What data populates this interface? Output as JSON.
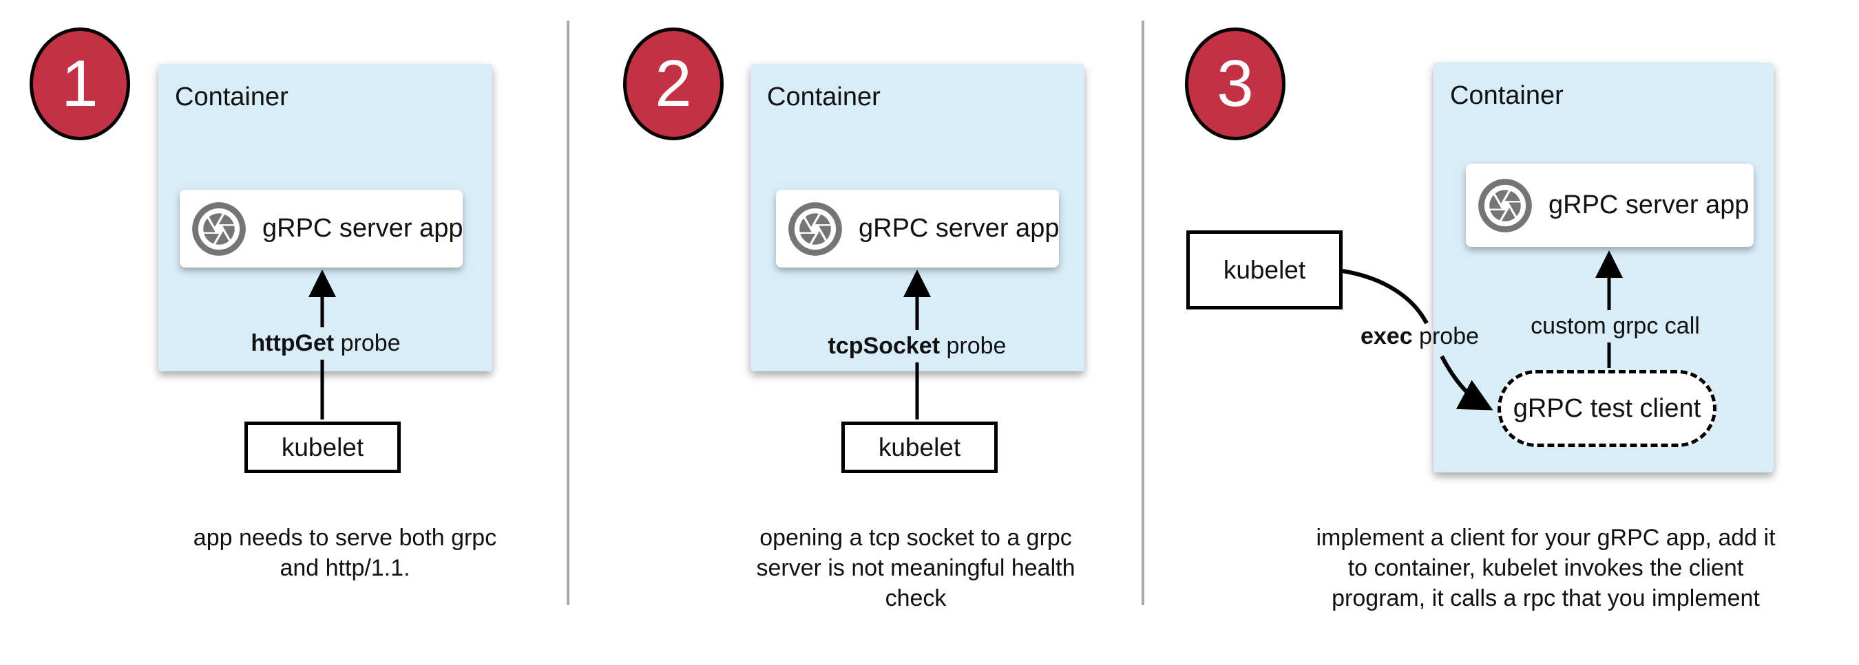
{
  "colors": {
    "badge_red": "#c23144",
    "container_blue": "#d9edf9",
    "icon_gray": "#757575",
    "divider_gray": "#a9a9a9",
    "stroke_black": "#000000"
  },
  "panels": [
    {
      "number": "1",
      "container_label": "Container",
      "app_label": "gRPC server app",
      "probe_bold": "httpGet",
      "probe_rest": " probe",
      "kubelet_label": "kubelet",
      "caption_lines": [
        "app needs to serve both grpc",
        "and http/1.1."
      ]
    },
    {
      "number": "2",
      "container_label": "Container",
      "app_label": "gRPC server app",
      "probe_bold": "tcpSocket",
      "probe_rest": " probe",
      "kubelet_label": "kubelet",
      "caption_lines": [
        "opening a tcp socket to a grpc",
        "server is not meaningful health",
        "check"
      ]
    },
    {
      "number": "3",
      "container_label": "Container",
      "app_label": "gRPC server app",
      "probe_bold": "exec",
      "probe_rest": " probe",
      "kubelet_label": "kubelet",
      "test_client_label": "gRPC test client",
      "grpc_call_label": "custom grpc call",
      "caption_lines": [
        "implement a client for your gRPC app, add it",
        "to container, kubelet invokes the client",
        "program, it calls a rpc that you implement"
      ]
    }
  ]
}
